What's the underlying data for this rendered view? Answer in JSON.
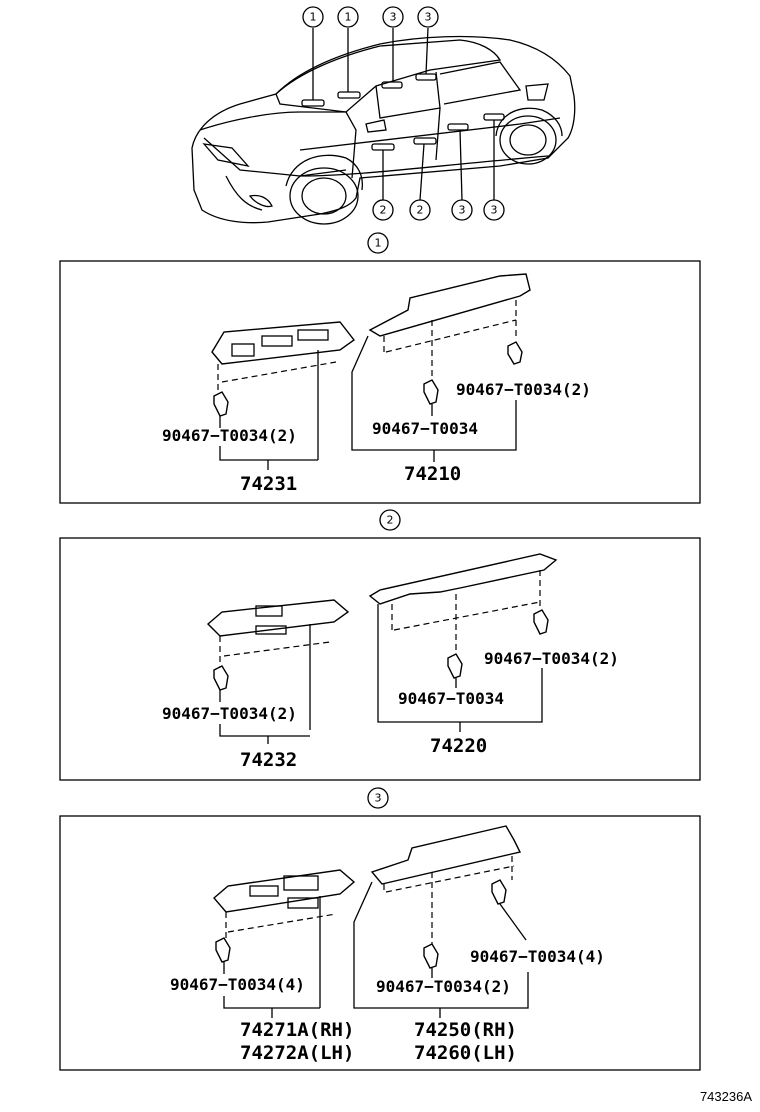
{
  "callouts": {
    "top": [
      "1",
      "1",
      "3",
      "3"
    ],
    "bottom": [
      "2",
      "2",
      "3",
      "3"
    ],
    "section1": "1",
    "section2": "2",
    "section3": "3"
  },
  "section1": {
    "clip_left": "90467−T0034(2)",
    "clip_mid": "90467−T0034",
    "clip_right": "90467−T0034(2)",
    "part_left": "74231",
    "part_right": "74210"
  },
  "section2": {
    "clip_left": "90467−T0034(2)",
    "clip_mid": "90467−T0034",
    "clip_right": "90467−T0034(2)",
    "part_left": "74232",
    "part_right": "74220"
  },
  "section3": {
    "clip_left": "90467−T0034(4)",
    "clip_mid": "90467−T0034(2)",
    "clip_right": "90467−T0034(4)",
    "part_left_rh": "74271A(RH)",
    "part_left_lh": "74272A(LH)",
    "part_right_rh": "74250(RH)",
    "part_right_lh": "74260(LH)"
  },
  "diagram_code": "743236A"
}
